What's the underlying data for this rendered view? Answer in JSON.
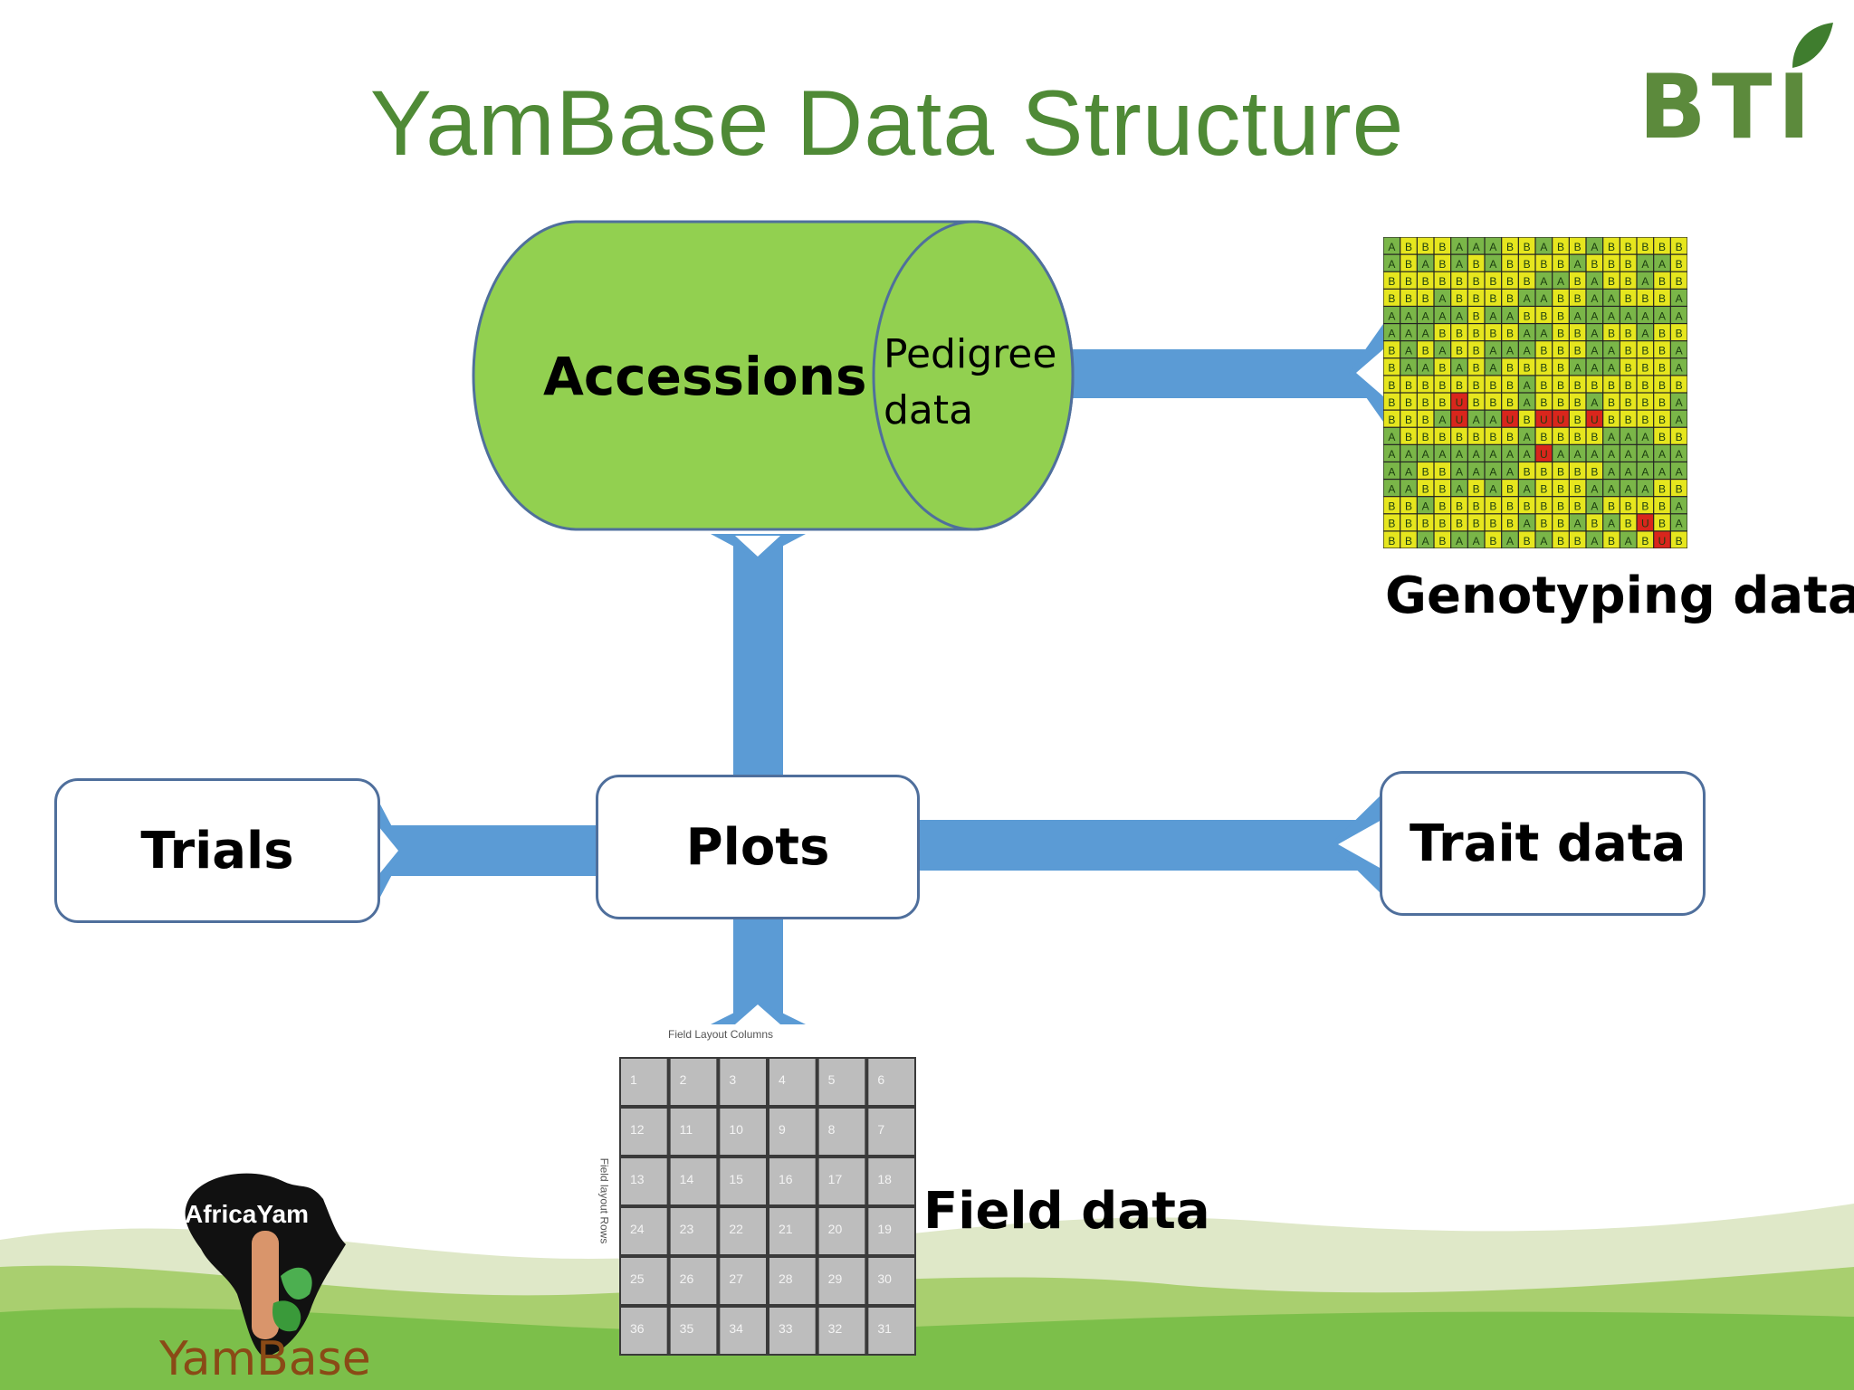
{
  "title": "YamBase Data Structure",
  "logos": {
    "bti": "BTI",
    "africayam": "AfricaYam",
    "yambase": "YamBase"
  },
  "nodes": {
    "accessions": "Accessions",
    "pedigree_line1": "Pedigree",
    "pedigree_line2": "data",
    "trials": "Trials",
    "plots": "Plots",
    "trait_data": "Trait data",
    "genotyping_data": "Genotyping data",
    "field_data": "Field data"
  },
  "field_layout": {
    "header": "Field Layout Columns",
    "side_label": "Field layout Rows",
    "rows": [
      [
        "1",
        "2",
        "3",
        "4",
        "5",
        "6"
      ],
      [
        "12",
        "11",
        "10",
        "9",
        "8",
        "7"
      ],
      [
        "13",
        "14",
        "15",
        "16",
        "17",
        "18"
      ],
      [
        "24",
        "23",
        "22",
        "21",
        "20",
        "19"
      ],
      [
        "25",
        "26",
        "27",
        "28",
        "29",
        "30"
      ],
      [
        "36",
        "35",
        "34",
        "33",
        "32",
        "31"
      ]
    ]
  },
  "genotype_grid": {
    "rows": [
      "ABBBAAABBABBABBBBB",
      "ABABABABBBBABBBAAB",
      "BBBBBBBBBAABABBABB",
      "BBBABBBBAABBAABBBA",
      "AAAAABAABBBAAAAAAA",
      "AAABBBBBAABBABBABB",
      "BABABBAAABBBAABBBA",
      "BAABABABBBBAAABBBA",
      "BBBBBBBBABBBBBBBBB",
      "BBBBUBBBABBBABBBBA",
      "BBBAUAAUBUUBUBBBBA",
      "ABBBBBBBABBBBAAABB",
      "AAAAAAAAAUAAAAAAAA",
      "AABBAAAABBBBBAAAAA",
      "AABBABABABBBAAAABB",
      "BBABBBBBBBBBABBBBA",
      "BBBBBBBBABBABABUBA",
      "BBABAABABABBABABUB"
    ],
    "colors": {
      "A": "#7ab648",
      "B": "#e6e61e",
      "U": "#d9261c"
    }
  },
  "colors": {
    "title": "#4f8a36",
    "cylinder": "#92d050",
    "connector": "#5b9bd5",
    "box_border": "#4f6f9c",
    "yambase_text": "#8a4a16"
  }
}
